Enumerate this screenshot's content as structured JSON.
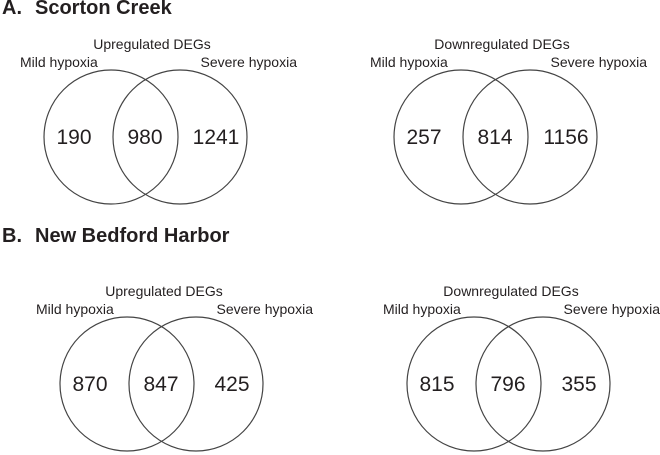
{
  "figure": {
    "background": "#ffffff",
    "text_color": "#231f20",
    "circle_stroke_color": "#444444",
    "panels": [
      {
        "letter": "A.",
        "title": "Scorton Creek",
        "venns": [
          {
            "title": "Upregulated DEGs",
            "left_label": "Mild hypoxia",
            "right_label": "Severe hypoxia",
            "left_value": "190",
            "overlap_value": "980",
            "right_value": "1241"
          },
          {
            "title": "Downregulated DEGs",
            "left_label": "Mild hypoxia",
            "right_label": "Severe hypoxia",
            "left_value": "257",
            "overlap_value": "814",
            "right_value": "1156"
          }
        ]
      },
      {
        "letter": "B.",
        "title": "New Bedford Harbor",
        "venns": [
          {
            "title": "Upregulated DEGs",
            "left_label": "Mild hypoxia",
            "right_label": "Severe hypoxia",
            "left_value": "870",
            "overlap_value": "847",
            "right_value": "425"
          },
          {
            "title": "Downregulated DEGs",
            "left_label": "Mild hypoxia",
            "right_label": "Severe hypoxia",
            "left_value": "815",
            "overlap_value": "796",
            "right_value": "355"
          }
        ]
      }
    ]
  },
  "chart_data": [
    {
      "type": "venn",
      "panel": "A. Scorton Creek",
      "title": "Upregulated DEGs",
      "sets": [
        "Mild hypoxia",
        "Severe hypoxia"
      ],
      "values": {
        "mild_only": 190,
        "overlap": 980,
        "severe_only": 1241
      }
    },
    {
      "type": "venn",
      "panel": "A. Scorton Creek",
      "title": "Downregulated DEGs",
      "sets": [
        "Mild hypoxia",
        "Severe hypoxia"
      ],
      "values": {
        "mild_only": 257,
        "overlap": 814,
        "severe_only": 1156
      }
    },
    {
      "type": "venn",
      "panel": "B. New Bedford Harbor",
      "title": "Upregulated DEGs",
      "sets": [
        "Mild hypoxia",
        "Severe hypoxia"
      ],
      "values": {
        "mild_only": 870,
        "overlap": 847,
        "severe_only": 425
      }
    },
    {
      "type": "venn",
      "panel": "B. New Bedford Harbor",
      "title": "Downregulated DEGs",
      "sets": [
        "Mild hypoxia",
        "Severe hypoxia"
      ],
      "values": {
        "mild_only": 815,
        "overlap": 796,
        "severe_only": 355
      }
    }
  ]
}
